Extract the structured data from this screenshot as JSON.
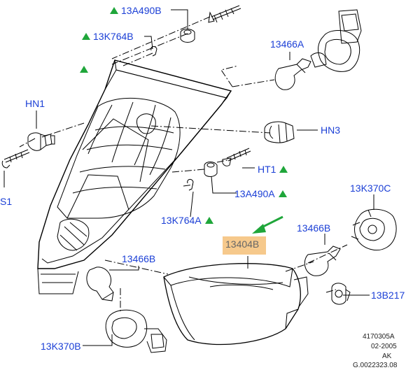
{
  "labels": {
    "p13A490B_top": "13A490B",
    "p13K764B": "13K764B",
    "p13466A": "13466A",
    "hn1": "HN1",
    "hn3": "HN3",
    "ht1": "HT1",
    "p13A490A": "13A490A",
    "p13K764A": "13K764A",
    "p13K370C": "13K370C",
    "p13466B_right": "13466B",
    "p13404B": "13404B",
    "p13466B_left": "13466B",
    "p13B217": "13B217",
    "p13K370B": "13K370B",
    "s1": "S1"
  },
  "footer": {
    "code": "4170305A",
    "date": "02-2005",
    "ak": "AK",
    "ref": "G.0022323.08"
  },
  "colors": {
    "label": "#1b3fd6",
    "triangle": "#1fa63a",
    "highlight": "#f6c98c",
    "arrow": "#1fa63a",
    "line": "#000000"
  }
}
